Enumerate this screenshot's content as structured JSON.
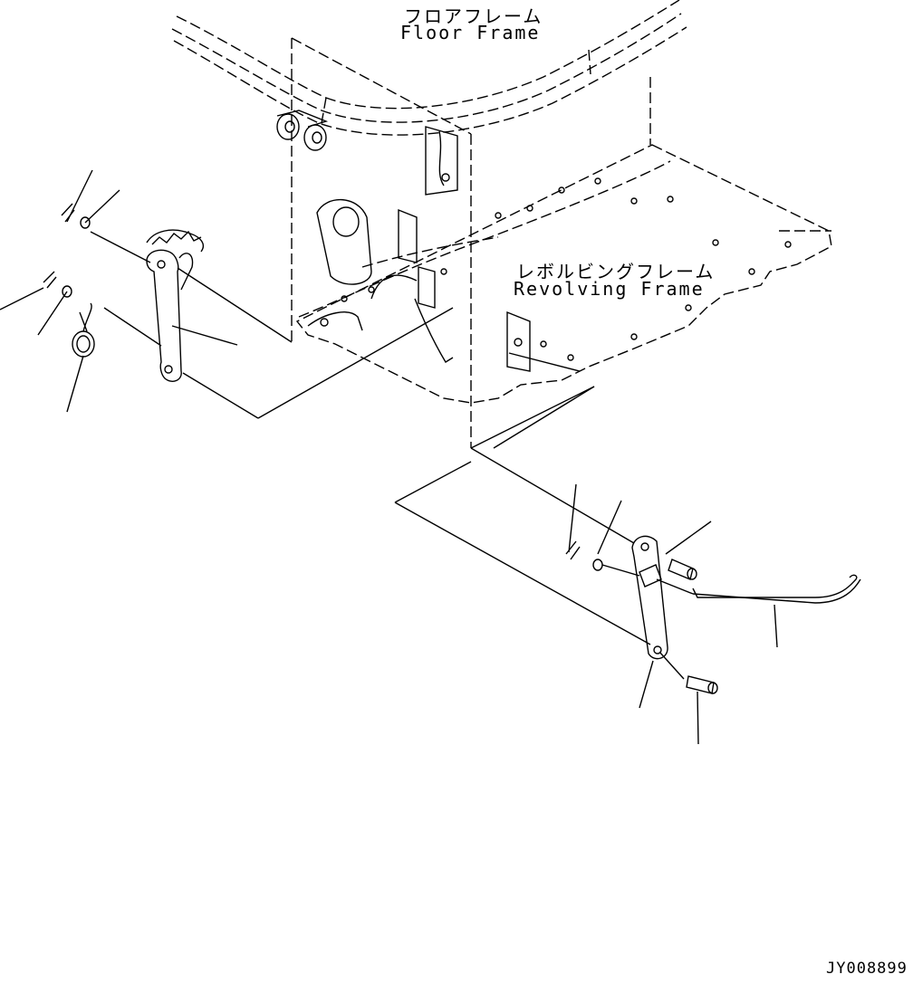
{
  "labels": {
    "floor_frame_jp": "フロアフレーム",
    "floor_frame_en": "Floor Frame",
    "revolving_frame_jp": "レボルビングフレーム",
    "revolving_frame_en": "Revolving Frame",
    "drawing_code": "JY008899"
  },
  "colors": {
    "line": "#000000",
    "background": "#ffffff"
  }
}
